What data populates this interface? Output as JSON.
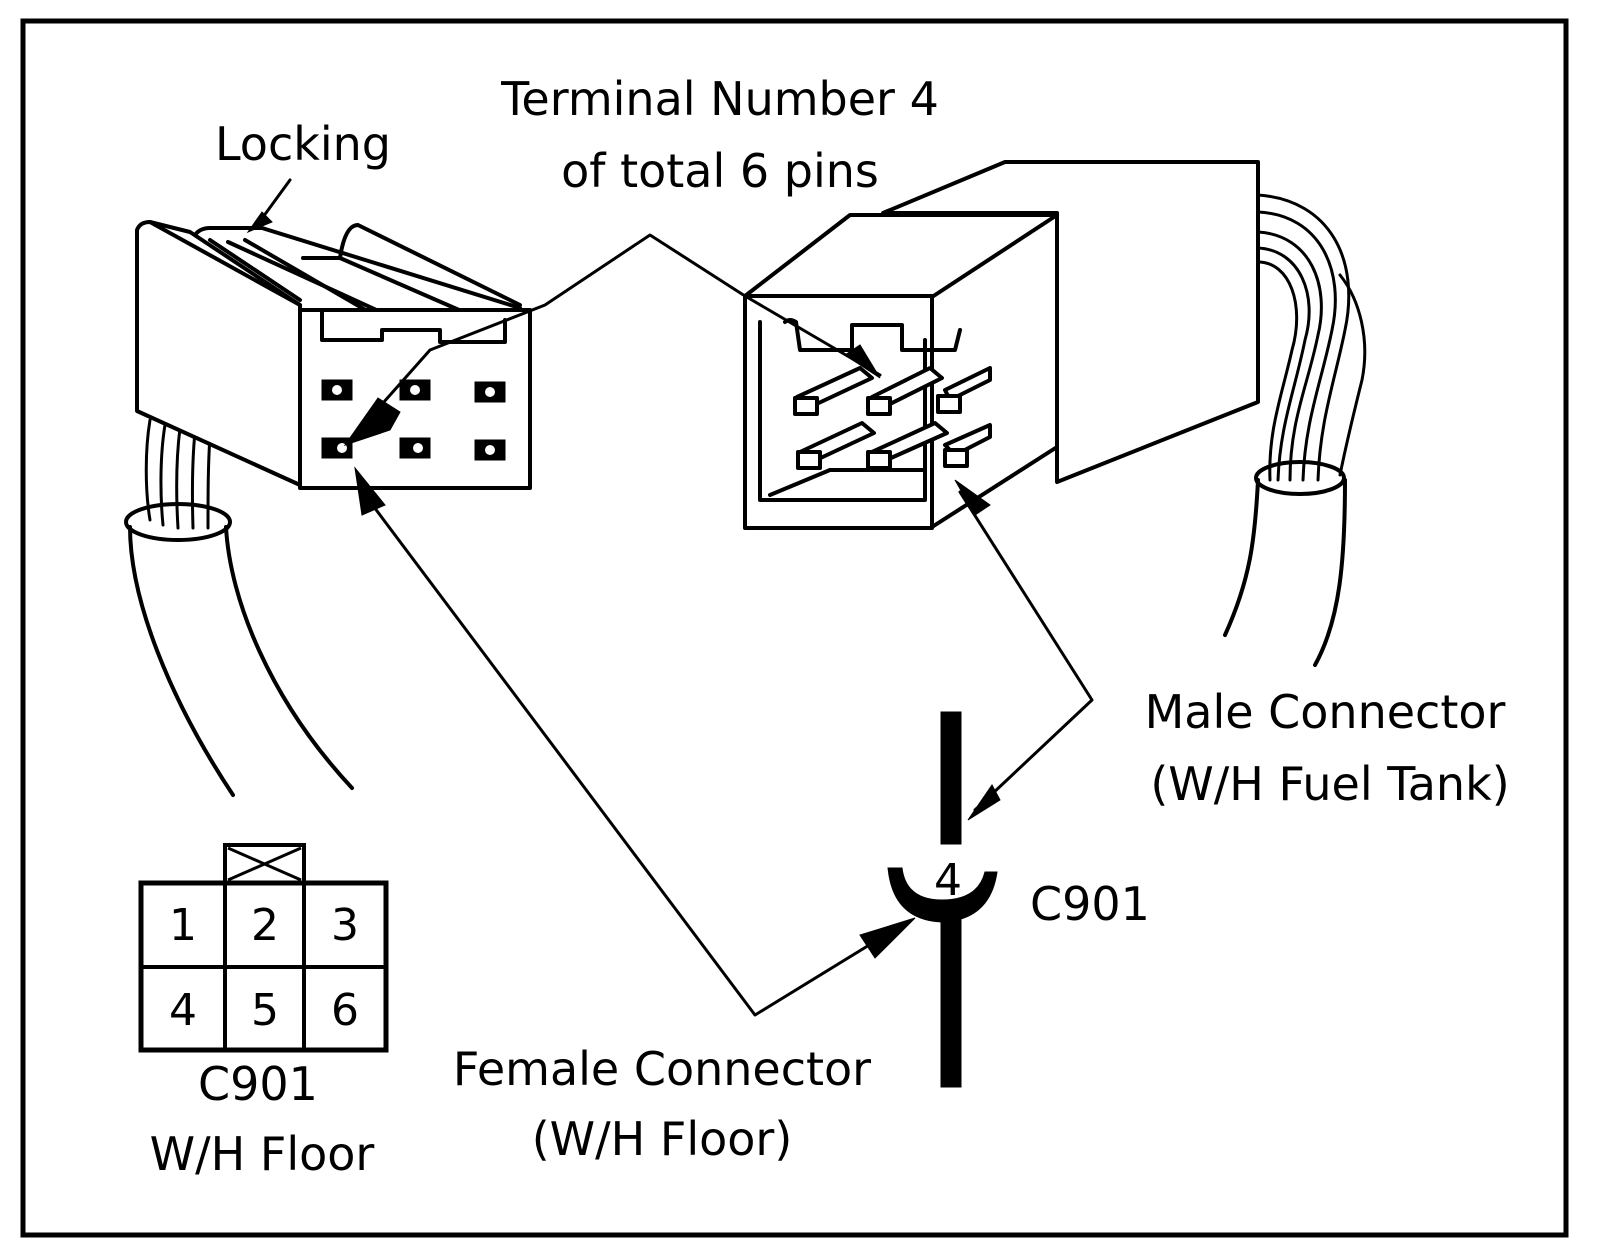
{
  "diagram": {
    "title_line1": "Terminal Number 4",
    "title_line2": "of total 6 pins",
    "locking_label": "Locking",
    "male_connector": {
      "line1": "Male Connector",
      "line2": "(W/H Fuel Tank)"
    },
    "female_connector": {
      "line1": "Female Connector",
      "line2": "(W/H Floor)"
    },
    "junction": {
      "terminal": "4",
      "connector_id": "C901"
    },
    "pin_layout": {
      "connector_id": "C901",
      "harness": "W/H Floor",
      "top_row": [
        "1",
        "2",
        "3"
      ],
      "bottom_row": [
        "4",
        "5",
        "6"
      ]
    }
  },
  "colors": {
    "ink": "#000000",
    "paper": "#ffffff"
  }
}
